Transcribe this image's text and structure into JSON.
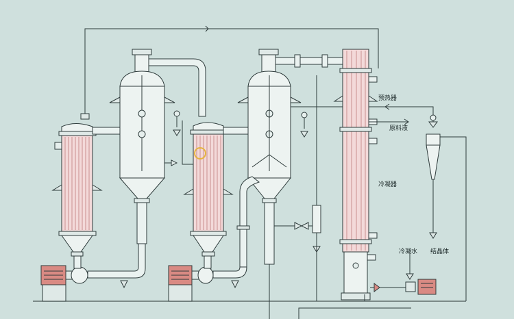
{
  "labels": {
    "preheater": "预热器",
    "raw_liquid": "原料液",
    "condenser": "冷凝器",
    "cooling_water": "冷凝水",
    "crystal": "结晶体"
  },
  "colors": {
    "background": "#cfe0dd",
    "tube_bundle": "#f3d9d9",
    "motor": "#d98a83",
    "line": "#2e3b3b"
  }
}
